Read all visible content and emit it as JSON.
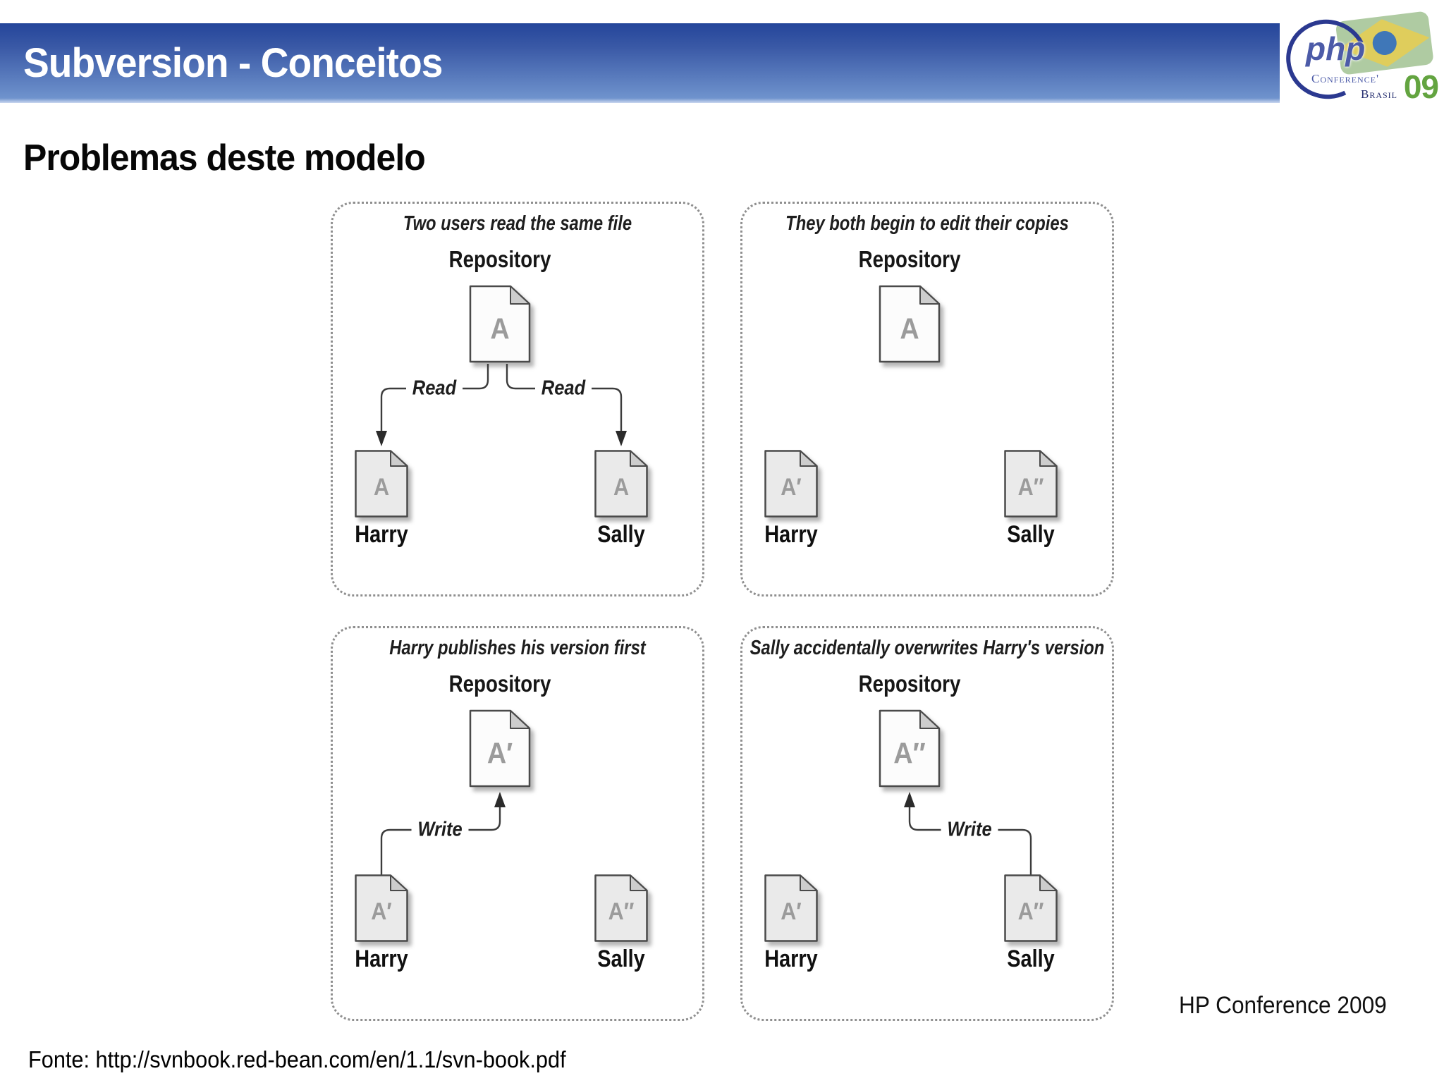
{
  "header": {
    "title": "Subversion - Conceitos"
  },
  "logo": {
    "php": "php",
    "conference": "Conference'",
    "brasil": "Brasil",
    "year": "09"
  },
  "heading": "Problemas deste modelo",
  "footer": {
    "source": "Fonte: http://svnbook.red-bean.com/en/1.1/svn-book.pdf",
    "conference_note": "HP Conference 2009"
  },
  "diagram": {
    "panels": [
      {
        "title": "Two users read the same file",
        "repository_label": "Repository",
        "repository_file": "A",
        "left_user": "Harry",
        "left_file": "A",
        "right_user": "Sally",
        "right_file": "A",
        "left_action": "Read",
        "right_action": "Read"
      },
      {
        "title": "They both begin to edit their copies",
        "repository_label": "Repository",
        "repository_file": "A",
        "left_user": "Harry",
        "left_file": "A′",
        "right_user": "Sally",
        "right_file": "A″"
      },
      {
        "title": "Harry publishes his version first",
        "repository_label": "Repository",
        "repository_file": "A′",
        "left_user": "Harry",
        "left_file": "A′",
        "right_user": "Sally",
        "right_file": "A″",
        "action": "Write"
      },
      {
        "title": "Sally accidentally overwrites Harry's version",
        "repository_label": "Repository",
        "repository_file": "A″",
        "left_user": "Harry",
        "left_file": "A′",
        "right_user": "Sally",
        "right_file": "A″",
        "action": "Write"
      }
    ]
  }
}
